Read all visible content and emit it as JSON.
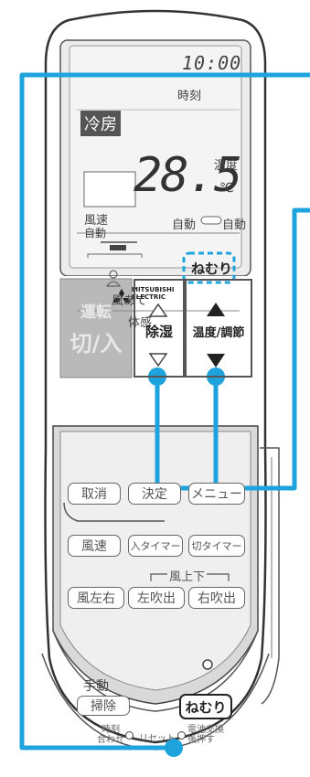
{
  "display": {
    "clock": "10:00",
    "clock_label": "時刻",
    "mode": "冷房",
    "temperature": "28.5",
    "temp_unit": "℃",
    "temp_label": "温度",
    "fan_label": "風速",
    "fan_value": "自動",
    "fan_auto_left": "自動",
    "fan_auto_right": "自動",
    "sleep_indicator": "ねむり",
    "wind_direct_label": "風あて",
    "sensation_label": "体感",
    "brand": "MITSUBISHI",
    "brand_sub": "ELECTRIC"
  },
  "buttons": {
    "power_line1": "運転",
    "power_line2": "切/入",
    "dehumid": "除湿",
    "temp_adjust": "温度/調節",
    "cancel": "取消",
    "confirm": "決定",
    "menu": "メニュー",
    "fan_speed": "風速",
    "on_timer": "入タイマー",
    "off_timer": "切タイマー",
    "vane_group": "風上下",
    "swing_lr": "風左右",
    "left_blow": "左吹出",
    "right_blow": "右吹出",
    "manual_label": "手動",
    "clean": "掃除",
    "sleep": "ねむり",
    "time_set_line1": "時刻",
    "time_set_line2": "合わせ",
    "reset": "リセット",
    "battery_line1": "電池交換",
    "battery_line2": "後押す"
  },
  "colors": {
    "callout": "#1fa3dd",
    "body_outline": "#333333",
    "lcd_bg": "#f4f4f4",
    "lower_panel": "#d9d9d9"
  }
}
